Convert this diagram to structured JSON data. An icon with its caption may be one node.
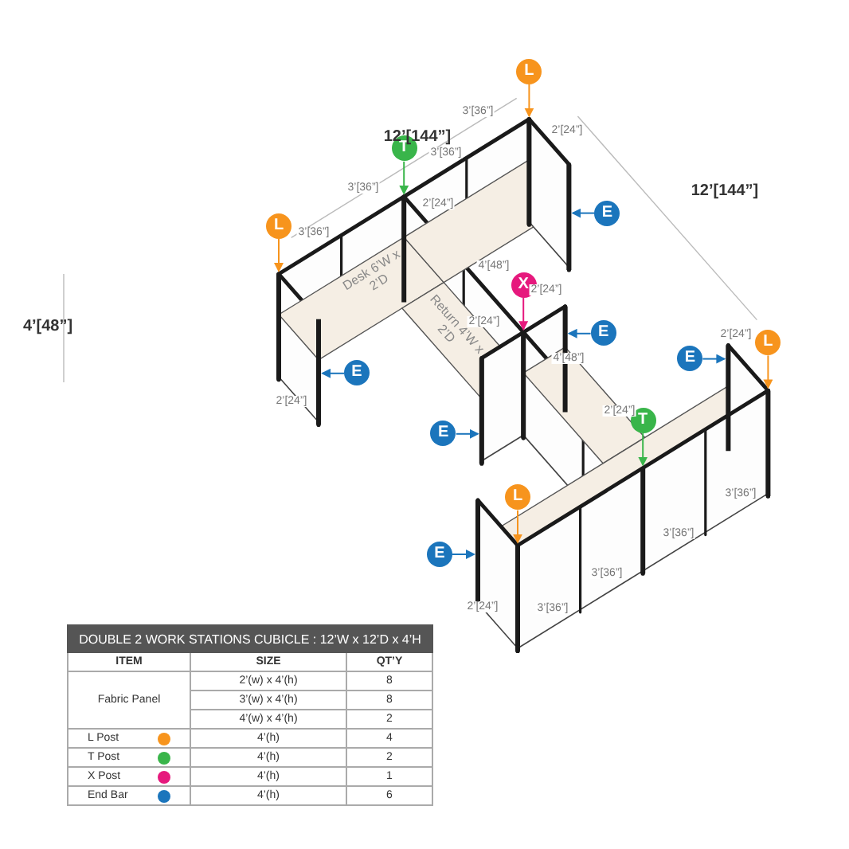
{
  "diagram": {
    "nodes": [
      {
        "text": [
          "L"
        ]
      },
      {
        "text": [
          "T"
        ]
      },
      {
        "text": [
          "L"
        ]
      },
      {
        "text": [
          "E"
        ]
      },
      {
        "text": [
          "X"
        ]
      },
      {
        "text": [
          "E"
        ]
      },
      {
        "text": [
          "E"
        ]
      },
      {
        "text": [
          "L"
        ]
      },
      {
        "text": [
          "E"
        ]
      },
      {
        "text": [
          "E"
        ]
      },
      {
        "text": [
          "T"
        ]
      },
      {
        "text": [
          "L"
        ]
      },
      {
        "text": [
          "E"
        ]
      },
      {
        "text": [],
        "shape": "bar"
      },
      {
        "text": [],
        "shape": "bar"
      },
      {
        "text": [],
        "shape": "bar"
      },
      {
        "text": [],
        "shape": "bar"
      },
      {
        "text": [],
        "shape": "bar"
      },
      {
        "text": [],
        "shape": "bar"
      },
      {
        "text": [],
        "shape": "bar"
      },
      {
        "text": [],
        "shape": "bar"
      },
      {
        "text": [],
        "shape": "bar"
      },
      {
        "text": [],
        "shape": "bar"
      },
      {
        "text": [],
        "shape": "bar"
      },
      {
        "text": [],
        "shape": "bar"
      },
      {
        "text": [],
        "shape": "bar"
      }
    ],
    "edges": [
      {
        "from": 0,
        "to": 13,
        "arrow": "to",
        "color": "#f7941d"
      },
      {
        "from": 1,
        "to": 14,
        "arrow": "to",
        "color": "#39b54a"
      },
      {
        "from": 2,
        "to": 15,
        "arrow": "to",
        "color": "#f7941d"
      },
      {
        "from": 3,
        "to": 16,
        "arrow": "to"
      },
      {
        "from": 4,
        "to": 17,
        "arrow": "to",
        "color": "#e6197d"
      },
      {
        "from": 5,
        "to": 18,
        "arrow": "to"
      },
      {
        "from": 6,
        "to": 19,
        "arrow": "to"
      },
      {
        "from": 7,
        "to": 20,
        "arrow": "to",
        "color": "#f7941d"
      },
      {
        "from": 8,
        "to": 21,
        "arrow": "to"
      },
      {
        "from": 9,
        "to": 22,
        "arrow": "to"
      },
      {
        "from": 10,
        "to": 23,
        "arrow": "to",
        "color": "#39b54a"
      },
      {
        "from": 11,
        "to": 24,
        "arrow": "to",
        "color": "#f7941d"
      },
      {
        "from": 12,
        "to": 25,
        "arrow": "to"
      }
    ],
    "labels": [
      "3’[36”]",
      "2’[24”]",
      "12’[144”]",
      "3’[36”]",
      "3’[36”]",
      "2’[24”]",
      "3’[36”]",
      "12’[144”]",
      "4’[48”]",
      "2’[24”]",
      "4’[48”]",
      "2’[24”]",
      "2’[24”]",
      "4’[48”]",
      "2’[24”]",
      "2’[24”]",
      "3’[36”]",
      "3’[36”]",
      "3’[36”]",
      "2’[24”]",
      "3’[36”]",
      "Desk 6’W x 2’D",
      "Return 4’W x 2’D",
      "DOUBLE 2 WORK STATIONS CUBICLE : 12’W x 12’D x 4’H",
      "ITEM",
      "SIZE",
      "QT’Y",
      "Fabric Panel",
      "2’(w) x 4’(h)",
      "8",
      "3’(w) x 4’(h)",
      "8",
      "4’(w) x 4’(h)",
      "2",
      "4’(h)",
      "4",
      "4’(h)",
      "2",
      "4’(h)",
      "1",
      "4’(h)",
      "6"
    ],
    "legend": [
      {
        "text": "L Post",
        "color": "#f7941d"
      },
      {
        "text": "T Post",
        "color": "#39b54a"
      },
      {
        "text": "X Post",
        "color": "#e6197d"
      },
      {
        "text": "End Bar",
        "color": "#1b75bc"
      }
    ]
  }
}
